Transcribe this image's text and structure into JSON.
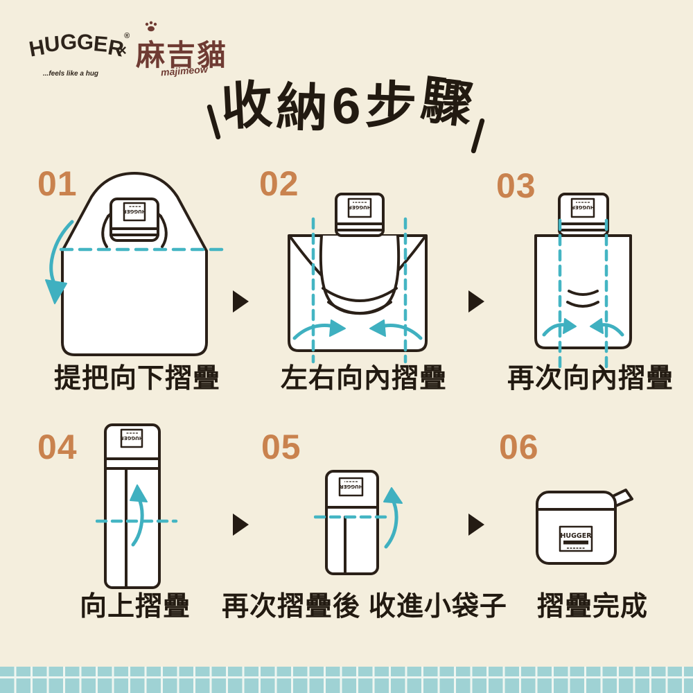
{
  "brand": {
    "hugger": "HUGGER",
    "reg": "®",
    "tagline": "...feels like a hug",
    "times": "×",
    "partner": "麻吉貓",
    "partner_sub": "majimeow"
  },
  "title": {
    "text": "收納6步驟"
  },
  "steps": [
    {
      "number": "01",
      "caption": "提把向下摺疊"
    },
    {
      "number": "02",
      "caption": "左右向內摺疊"
    },
    {
      "number": "03",
      "caption": "再次向內摺疊"
    },
    {
      "number": "04",
      "caption": "向上摺疊"
    },
    {
      "number": "05",
      "caption": "再次摺疊後 收進小袋子"
    },
    {
      "number": "06",
      "caption": "摺疊完成"
    }
  ],
  "bag_label": {
    "text": "HUGGER"
  },
  "colors": {
    "background": "#f4eedd",
    "ink": "#2a2018",
    "accent_teal": "#44b5c3",
    "tile_teal": "#9fd2d4",
    "tile_grout": "#eff6f1",
    "step_number_orange": "#c9824e",
    "brand_brown": "#6f3b33"
  }
}
